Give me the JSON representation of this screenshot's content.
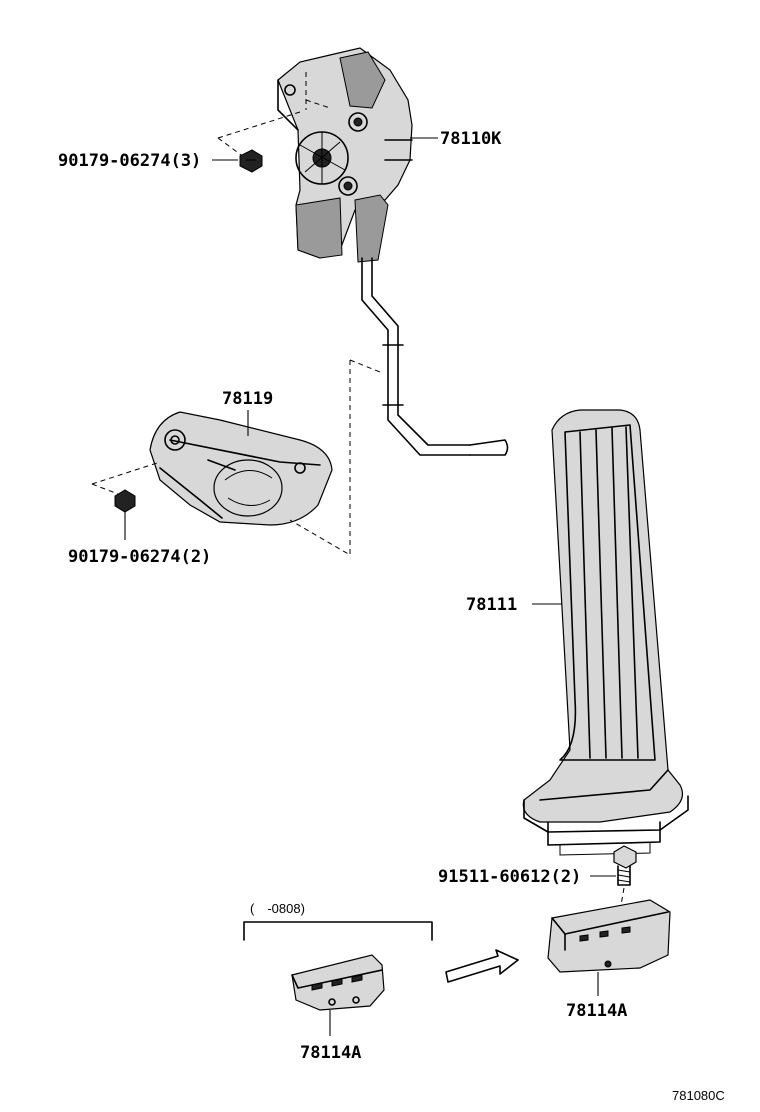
{
  "labels": {
    "sensor_assembly": "78110K",
    "nut_upper": "90179-06274(3)",
    "bracket": "78119",
    "nut_lower": "90179-06274(2)",
    "pedal_pad": "78111",
    "bolt": "91511-60612(2)",
    "stopper_old": "78114A",
    "stopper_new": "78114A",
    "date_range": "(　-0808)",
    "diagram_code": "781080C"
  }
}
